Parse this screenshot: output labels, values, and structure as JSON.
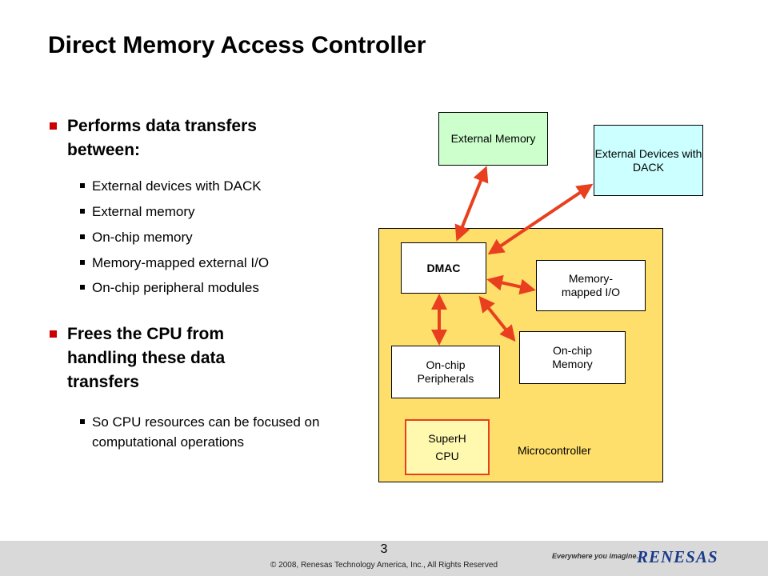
{
  "slide": {
    "title": "Direct Memory Access Controller",
    "bullets": [
      {
        "text": "Performs data transfers between:",
        "sub": [
          "External devices with DACK",
          "External memory",
          "On-chip memory",
          "Memory-mapped external I/O",
          "On-chip peripheral modules"
        ]
      },
      {
        "text": "Frees the CPU from handling these data transfers",
        "sub": [
          "So CPU resources can be focused on computational operations"
        ]
      }
    ]
  },
  "diagram": {
    "external_memory": "External Memory",
    "external_devices": "External Devices with DACK",
    "dmac": "DMAC",
    "memory_mapped_io": "Memory- mapped I/O",
    "onchip_memory": "On-chip Memory",
    "onchip_peripherals": "On-chip Peripherals",
    "cpu": "SuperH CPU",
    "microcontroller": "Microcontroller",
    "colors": {
      "microcontroller_fill": "#ffdf6c",
      "external_memory_fill": "#ccffcc",
      "external_devices_fill": "#ccffff",
      "arrow": "#e8401e",
      "cpu_border": "#e8401e"
    }
  },
  "footer": {
    "page_number": "3",
    "copyright": "© 2008, Renesas Technology America, Inc., All Rights Reserved",
    "tagline": "Everywhere you imagine.",
    "logo": "RENESAS"
  }
}
